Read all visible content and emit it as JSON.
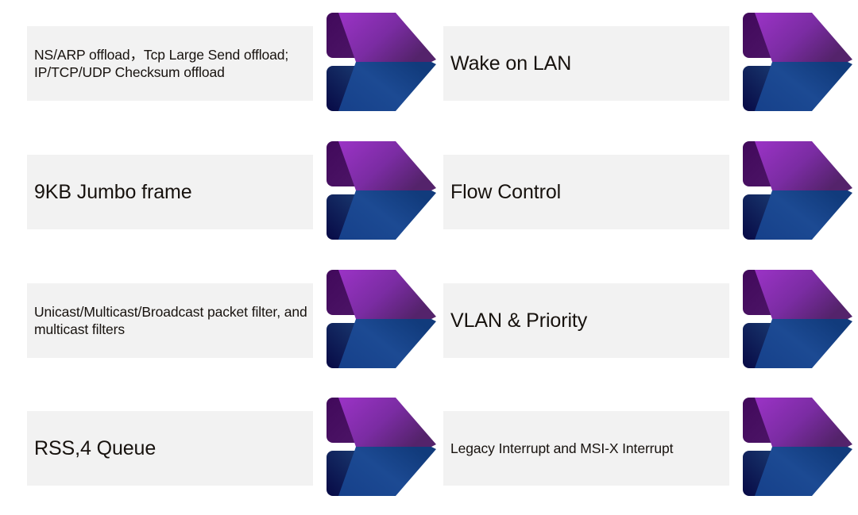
{
  "diagram": {
    "type": "chevron-callout-list",
    "title_visible": false,
    "background_color": "#FFFFFF",
    "columns": 2,
    "rows": 4,
    "panel_color": "#F2F2F2",
    "text_color": "#17120E",
    "chevron_colors": {
      "purple_light": "#9B33C6",
      "purple_mid": "#7B2CA3",
      "purple_dark": "#5A2570",
      "purple_shadow": "#3B0B53",
      "blue_light": "#24579E",
      "blue_mid": "#1A4489",
      "blue_dark": "#123C7E",
      "blue_shadow": "#0A0B4D"
    },
    "icon_name": "chevron-arrow-3d"
  },
  "items": [
    {
      "id": "ns-arp-offload",
      "column": "left",
      "row": 1,
      "label": "NS/ARP offload，Tcp Large Send offload; IP/TCP/UDP Checksum offload",
      "lines": 3,
      "text_size": "small"
    },
    {
      "id": "wake-on-lan",
      "column": "right",
      "row": 1,
      "label": "Wake on LAN",
      "lines": 1,
      "text_size": "large"
    },
    {
      "id": "jumbo-frame",
      "column": "left",
      "row": 2,
      "label": "9KB Jumbo frame",
      "lines": 1,
      "text_size": "large"
    },
    {
      "id": "flow-control",
      "column": "right",
      "row": 2,
      "label": "Flow Control",
      "lines": 1,
      "text_size": "large"
    },
    {
      "id": "packet-filters",
      "column": "left",
      "row": 3,
      "label": "Unicast/Multicast/Broadcast packet filter, and multicast filters",
      "lines": 3,
      "text_size": "small"
    },
    {
      "id": "vlan-priority",
      "column": "right",
      "row": 3,
      "label": "VLAN & Priority",
      "lines": 1,
      "text_size": "large"
    },
    {
      "id": "rss-4-queue",
      "column": "left",
      "row": 4,
      "label": "RSS,4 Queue",
      "lines": 1,
      "text_size": "large"
    },
    {
      "id": "legacy-msix-interrupt",
      "column": "right",
      "row": 4,
      "label": "Legacy Interrupt and MSI-X Interrupt",
      "lines": 2,
      "text_size": "small"
    }
  ]
}
